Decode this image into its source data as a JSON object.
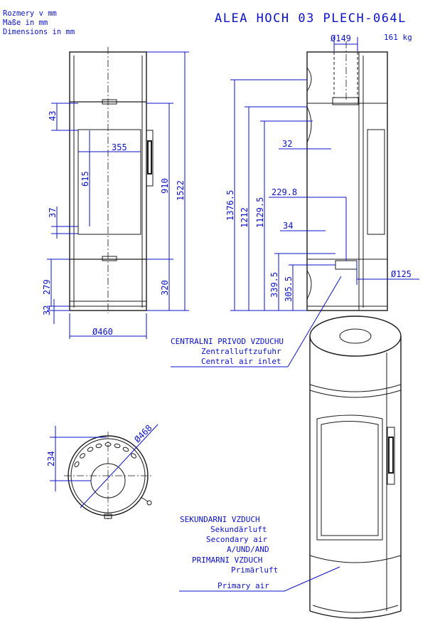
{
  "header": {
    "units_lines": [
      "Rozmery v mm",
      "Maße in mm",
      "Dimensions in mm"
    ],
    "title": "ALEA HOCH 03 PLECH-064L",
    "weight": "161 kg"
  },
  "dimensions": {
    "front_top_margin": "43",
    "window_width": "355",
    "window_height": "615",
    "window_bottom_margin": "37",
    "lower_section": "279",
    "base_height": "32",
    "front_width": "Ø460",
    "door_height": "910",
    "ash_height": "320",
    "total_height": "1522",
    "flue_diameter": "Ø149",
    "flue_top_height": "1376.5",
    "flue_rear_height": "1212",
    "mid_height": "1129.5",
    "flue_offset": "32",
    "air_inlet_offset": "229.8",
    "secondary_inlet": "34",
    "air_inlet_height": "339.5",
    "air_inlet_center": "305.5",
    "air_inlet_diameter": "Ø125",
    "top_offset": "234",
    "top_diameter": "Ø468"
  },
  "callouts": {
    "central_air": [
      "CENTRALNI PRIVOD VZDUCHU",
      "Zentralluftzufuhr",
      "Central air inlet"
    ],
    "air": [
      "SEKUNDARNI VZDUCH",
      "Sekundärluft",
      "Secondary air",
      "A/UND/AND",
      "PRIMARNI VZDUCH",
      "Primärluft",
      "Primary air"
    ]
  },
  "colors": {
    "dimension": "#0b12c8",
    "outline": "#1a1a1a"
  }
}
